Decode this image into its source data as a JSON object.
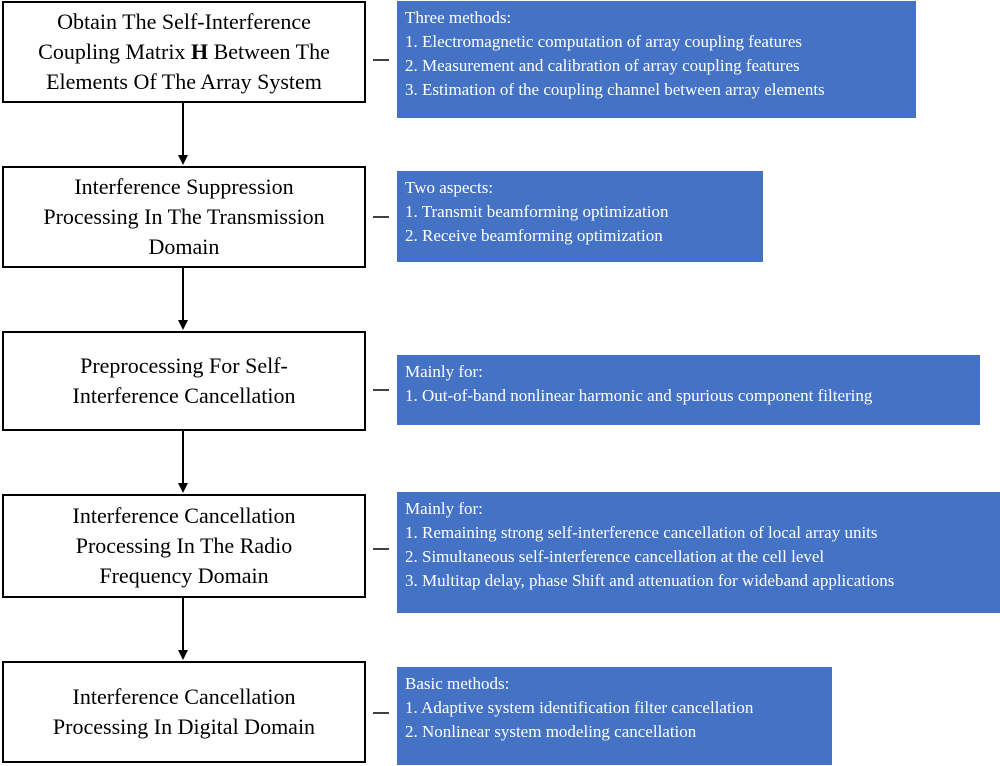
{
  "steps": [
    {
      "title_parts": [
        "Obtain The Self-Interference",
        "Coupling Matrix ",
        "H",
        " Between The",
        "Elements Of The Array System"
      ],
      "note": {
        "heading": "Three methods:",
        "items": [
          "1. Electromagnetic computation of array coupling features",
          "2. Measurement and calibration of array coupling features",
          "3. Estimation of the coupling channel between array elements"
        ]
      }
    },
    {
      "title_lines": [
        "Interference Suppression",
        "Processing In The Transmission",
        "Domain"
      ],
      "note": {
        "heading": "Two aspects:",
        "items": [
          "1. Transmit beamforming optimization",
          "2. Receive beamforming optimization"
        ]
      }
    },
    {
      "title_lines": [
        "Preprocessing For Self-",
        "Interference Cancellation"
      ],
      "note": {
        "heading": "Mainly for:",
        "items": [
          "1. Out-of-band nonlinear harmonic and spurious component filtering"
        ]
      }
    },
    {
      "title_lines": [
        "Interference Cancellation",
        "Processing In The Radio",
        "Frequency Domain"
      ],
      "note": {
        "heading": "Mainly for:",
        "items": [
          "1. Remaining strong self-interference cancellation of local array units",
          "2. Simultaneous self-interference cancellation at the cell level",
          "3. Multitap delay, phase Shift and attenuation for wideband applications"
        ]
      }
    },
    {
      "title_lines": [
        "Interference Cancellation",
        "Processing In Digital Domain"
      ],
      "note": {
        "heading": "Basic methods:",
        "items": [
          "1. Adaptive system identification filter cancellation",
          "2. Nonlinear system modeling cancellation"
        ]
      }
    }
  ],
  "colors": {
    "note_fill": "#4472c4",
    "note_text": "#ffffff",
    "step_border": "#000000"
  }
}
